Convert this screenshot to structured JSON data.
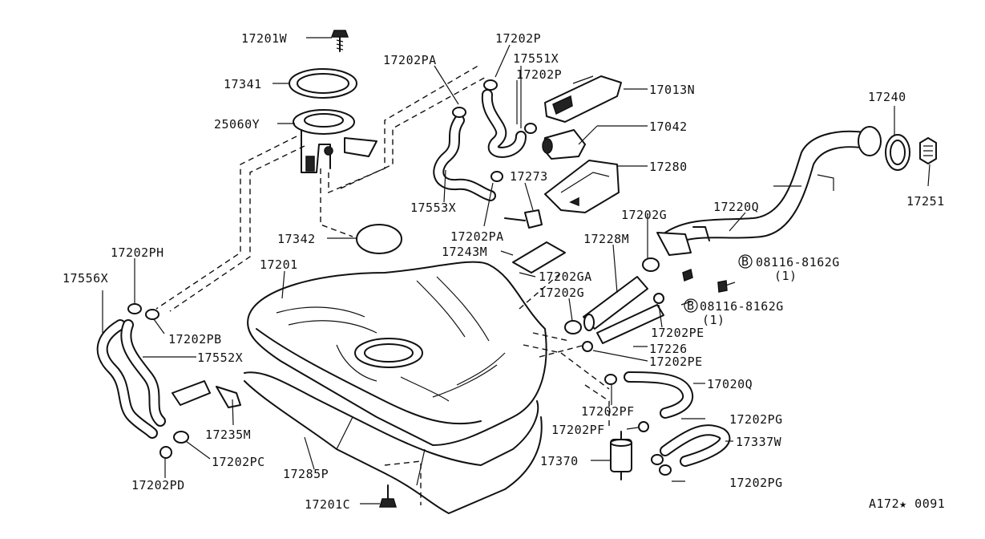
{
  "diagram_code": "A172★ 0091",
  "labels": {
    "p17201W": "17201W",
    "p17341": "17341",
    "p25060Y": "25060Y",
    "p17202PA_top": "17202PA",
    "p17202P_a": "17202P",
    "p17551X": "17551X",
    "p17202P_b": "17202P",
    "p17013N": "17013N",
    "p17042": "17042",
    "p17240": "17240",
    "p17280": "17280",
    "p17273": "17273",
    "p17553X": "17553X",
    "p17251": "17251",
    "p17202G_top": "17202G",
    "p17220Q": "17220Q",
    "p17342": "17342",
    "p17202PA_mid": "17202PA",
    "p17228M": "17228M",
    "p17243M": "17243M",
    "p08116_a": "08116-8162G",
    "p08116_a_qty": "(1)",
    "p17202PH": "17202PH",
    "p17201": "17201",
    "p17202GA": "17202GA",
    "p17556X": "17556X",
    "p17202G_mid": "17202G",
    "p08116_b": "08116-8162G",
    "p08116_b_qty": "(1)",
    "p17202PB": "17202PB",
    "p17202PE_a": "17202PE",
    "p17226": "17226",
    "p17552X": "17552X",
    "p17202PE_b": "17202PE",
    "p17020Q": "17020Q",
    "p17202PF_a": "17202PF",
    "p17235M": "17235M",
    "p17202PG_a": "17202PG",
    "p17202PF_b": "17202PF",
    "p17337W": "17337W",
    "p17202PC": "17202PC",
    "p17370": "17370",
    "p17285P": "17285P",
    "p17202PD": "17202PD",
    "p17202PG_b": "17202PG",
    "p17201C": "17201C"
  },
  "bolt_marker": "B"
}
